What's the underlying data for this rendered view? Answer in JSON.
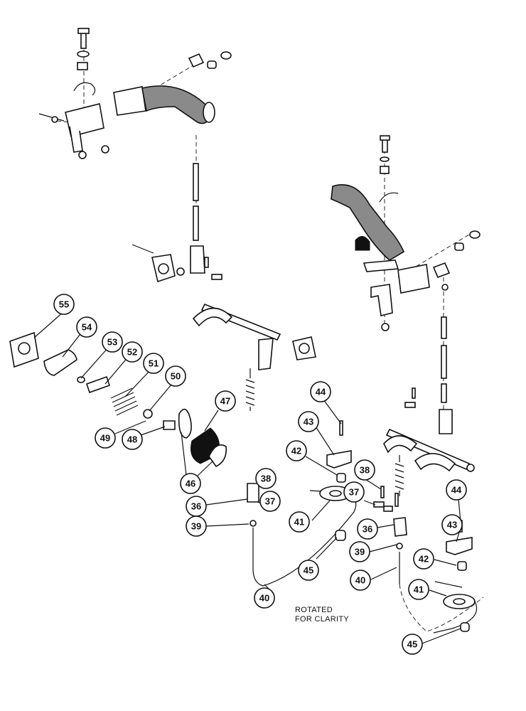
{
  "note": {
    "line1": "ROTATED",
    "line2": "FOR CLARITY"
  },
  "callouts": {
    "c36a": "36",
    "c36b": "36",
    "c37a": "37",
    "c37b": "37",
    "c38a": "38",
    "c38b": "38",
    "c39a": "39",
    "c39b": "39",
    "c40a": "40",
    "c40b": "40",
    "c41a": "41",
    "c41b": "41",
    "c42a": "42",
    "c42b": "42",
    "c43a": "43",
    "c43b": "43",
    "c44a": "44",
    "c44b": "44",
    "c45a": "45",
    "c45b": "45",
    "c46": "46",
    "c47": "47",
    "c48": "48",
    "c49": "49",
    "c50": "50",
    "c51": "51",
    "c52": "52",
    "c53": "53",
    "c54": "54",
    "c55": "55"
  }
}
